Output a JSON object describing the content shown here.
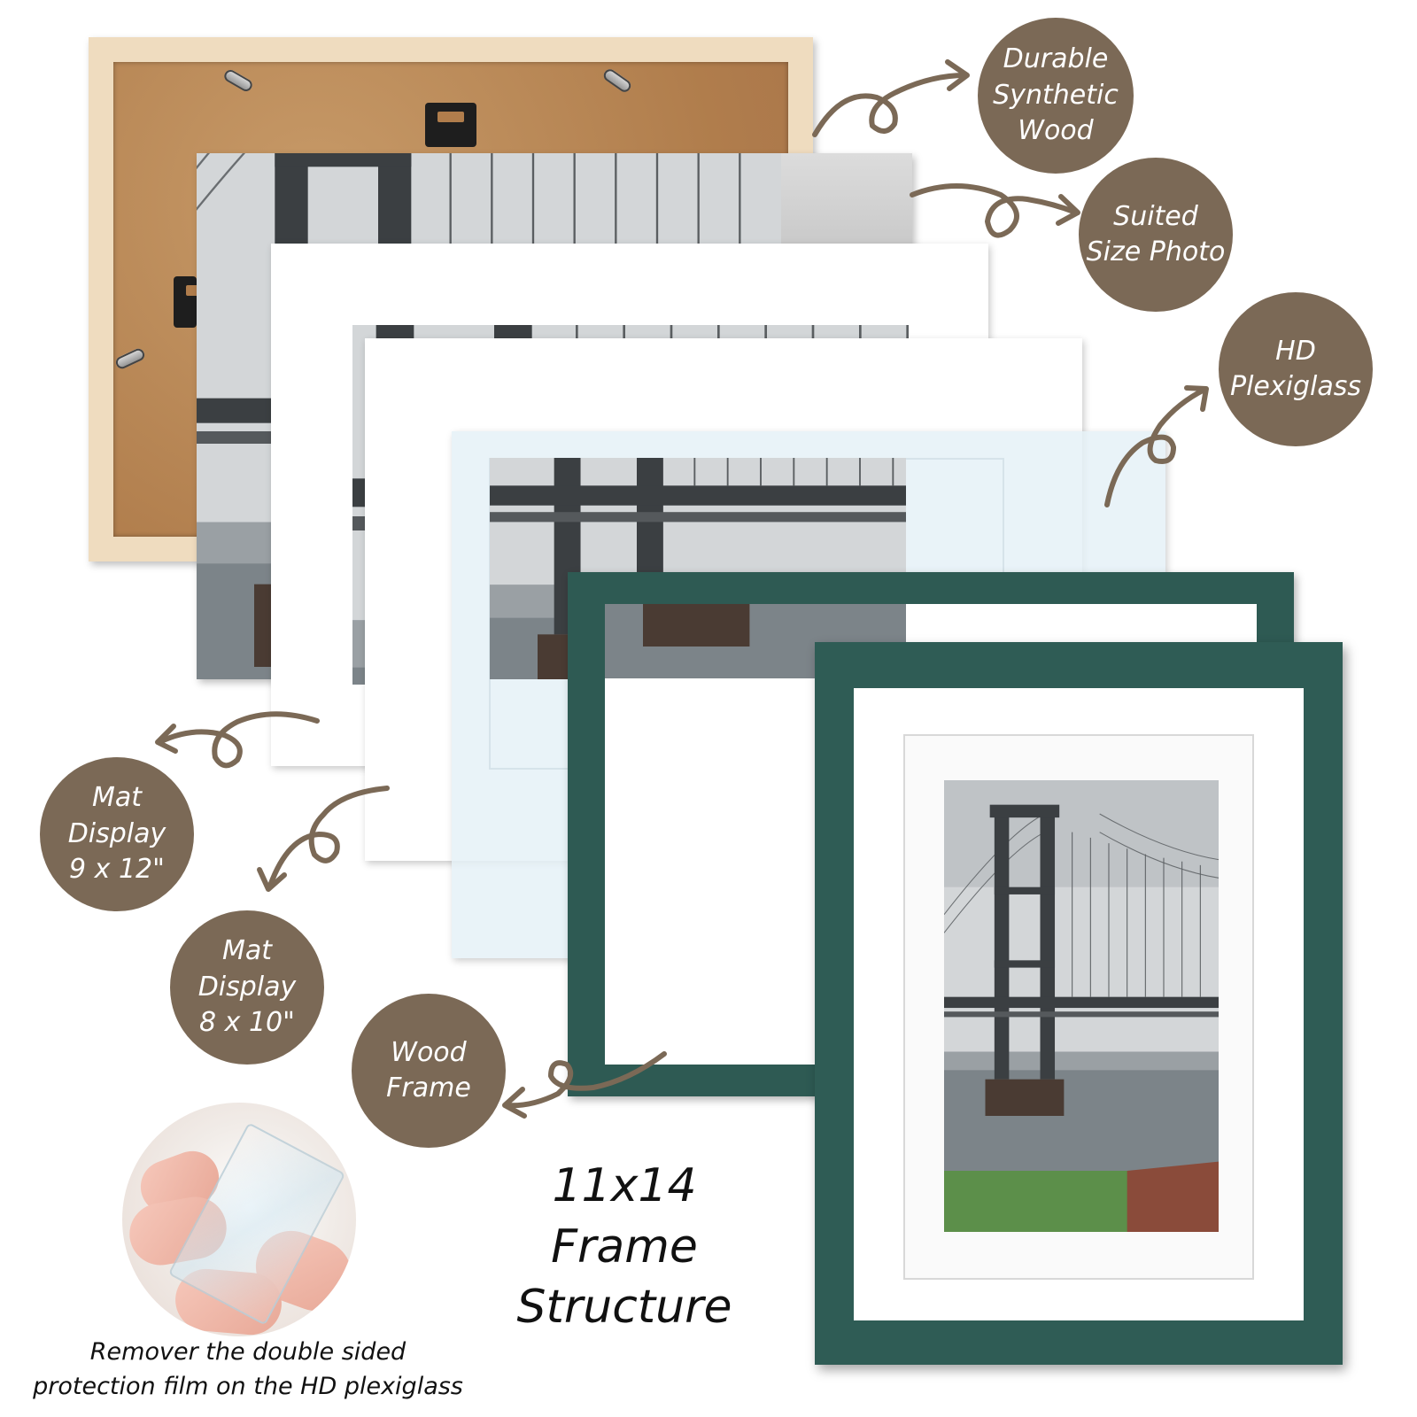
{
  "labels": {
    "durable_wood": "Durable\nSynthetic\nWood",
    "suited_photo": "Suited\nSize Photo",
    "hd_plexiglass": "HD\nPlexiglass",
    "mat_9x12": "Mat\nDisplay\n9 x 12\"",
    "mat_8x10": "Mat\nDisplay\n8 x 10\"",
    "wood_frame": "Wood\nFrame"
  },
  "title": "11x14\nFrame\nStructure",
  "caption": "Remover the double sided\nprotection film on the HD plexiglass",
  "colors": {
    "badge": "#7b6956",
    "frame_green": "#2f5c55",
    "backboard_wood": "#efdcbf",
    "cork": "#b07d4c"
  },
  "icons": {
    "arrows": "curly-arrow-icon",
    "bridge": "bridge-photo-icon"
  }
}
